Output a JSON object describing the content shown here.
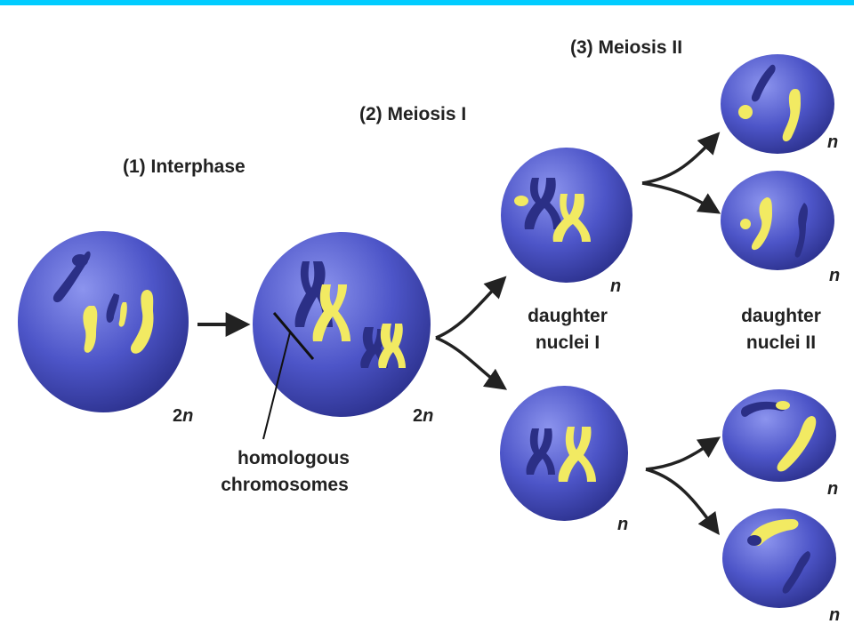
{
  "colors": {
    "top_bar": "#00ccff",
    "nucleus": "#4d55c8",
    "nucleus_highlight": "#8c94ee",
    "nucleus_shadow": "#2a2f8a",
    "chromosome_yellow": "#f2ea62",
    "chromosome_blue": "#2b2f86",
    "arrow": "#222222"
  },
  "stages": {
    "interphase": "(1)  Interphase",
    "meiosis_1": "(2)  Meiosis I",
    "meiosis_2": "(3)  Meiosis II"
  },
  "ploidy": {
    "diploid_num": "2",
    "diploid_var": "n",
    "haploid": "n"
  },
  "labels": {
    "homologous_line1": "homologous",
    "homologous_line2": "chromosomes",
    "daughter_1_line1": "daughter",
    "daughter_1_line2": "nuclei I",
    "daughter_2_line1": "daughter",
    "daughter_2_line2": "nuclei II"
  }
}
